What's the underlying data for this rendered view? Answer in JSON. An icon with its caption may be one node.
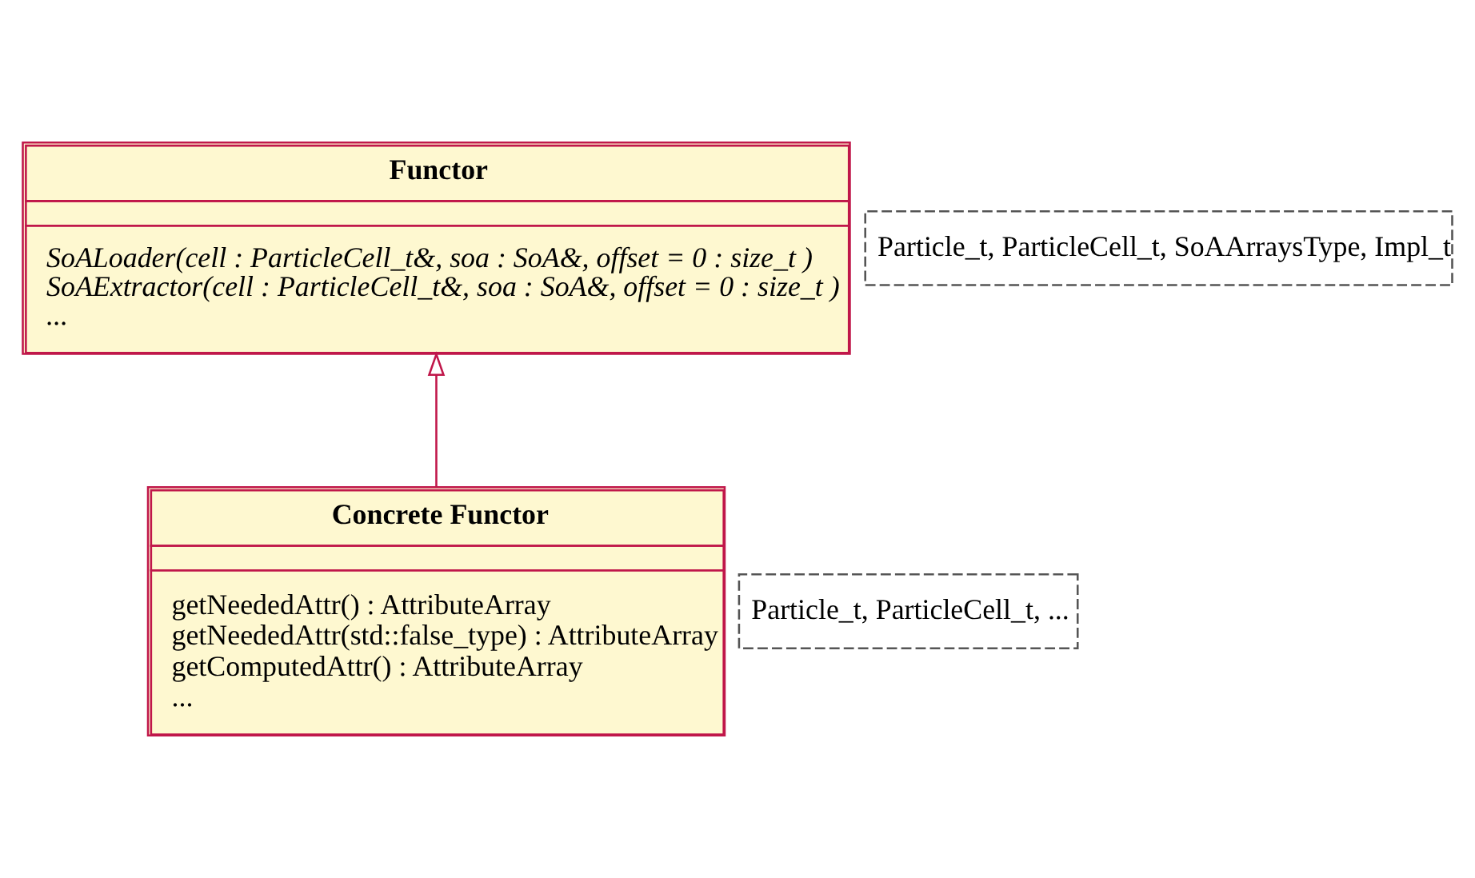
{
  "diagram": {
    "nodes": [
      {
        "text": [
          "Particle_t, ParticleCell_t, SoAArraysType, Impl_t"
        ]
      },
      {
        "text": [
          "Functor",
          "SoALoader(cell : ParticleCell_t&, soa : SoA&, offset = 0 : size_t )",
          "SoAExtractor(cell : ParticleCell_t&, soa : SoA&, offset = 0 : size_t )",
          "..."
        ]
      },
      {
        "text": [
          "Particle_t, ParticleCell_t, ..."
        ]
      },
      {
        "text": [
          "Concrete Functor",
          "getNeededAttr() : AttributeArray",
          "getNeededAttr(std::false_type) : AttributeArray",
          "getComputedAttr() : AttributeArray",
          "..."
        ]
      }
    ],
    "edges": [
      {
        "from": 3,
        "to": 1,
        "arrow": "to"
      }
    ]
  }
}
